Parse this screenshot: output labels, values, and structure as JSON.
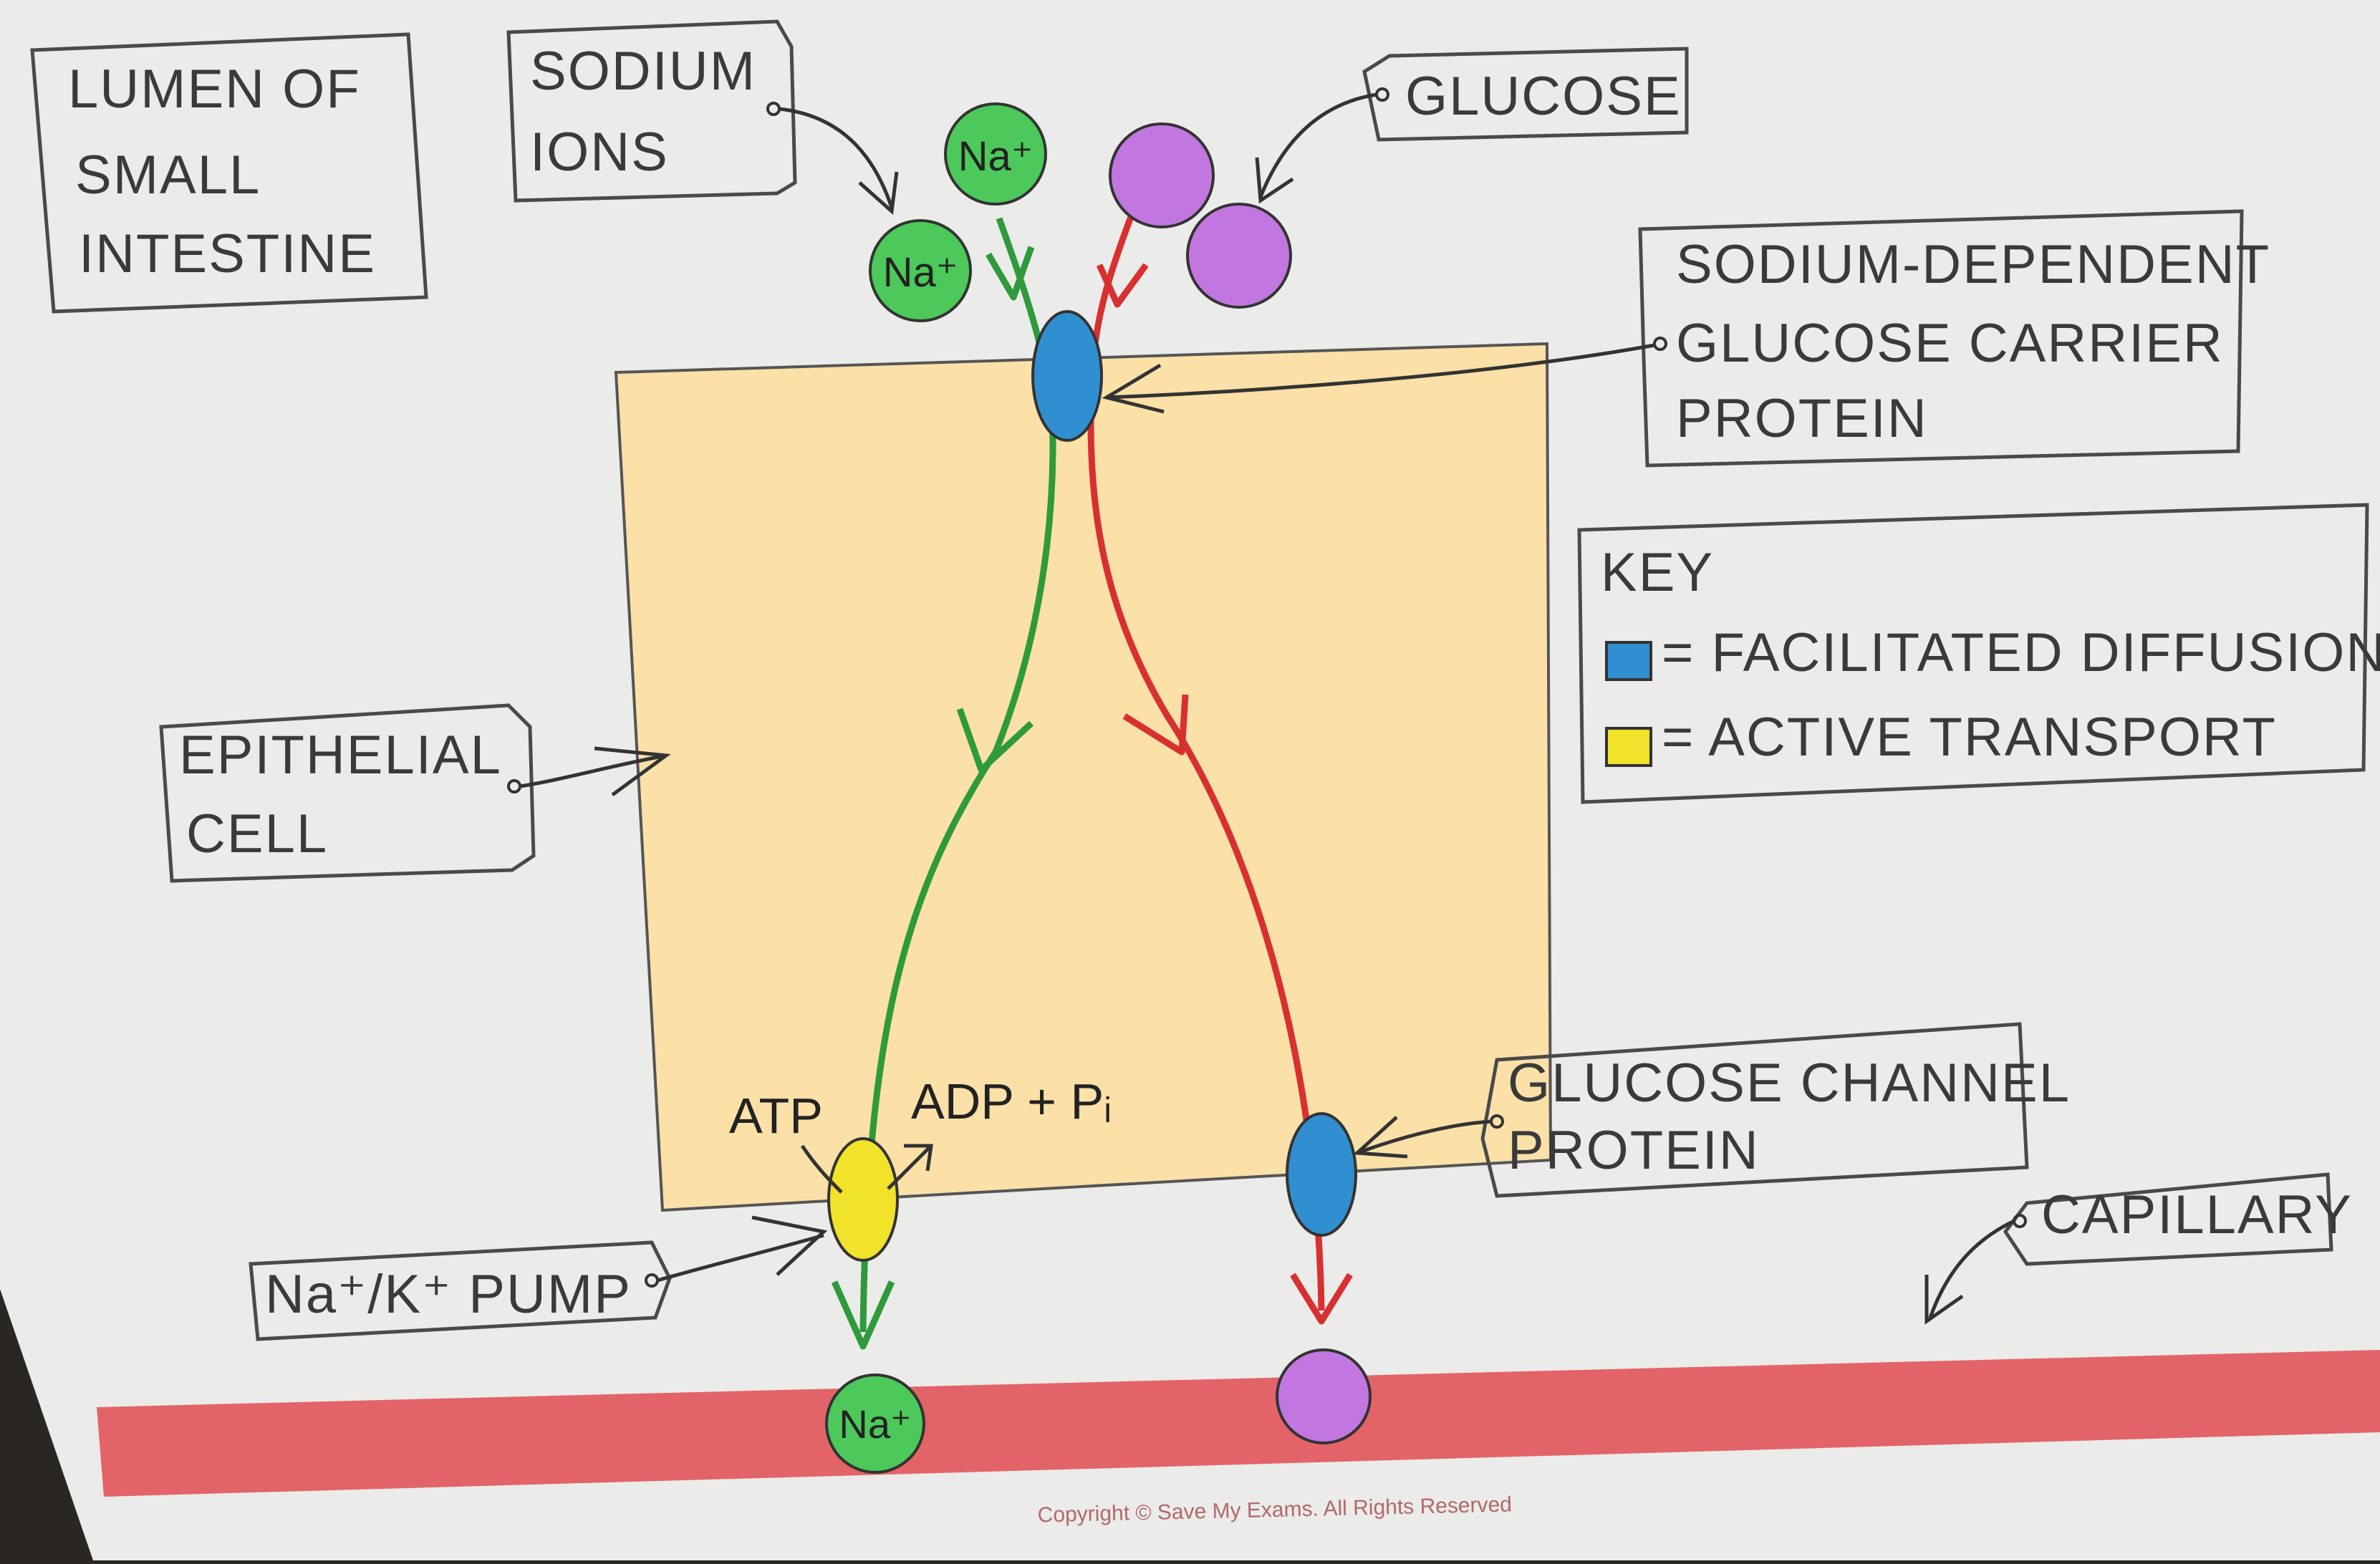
{
  "labels": {
    "lumen": [
      "LUMEN OF",
      "SMALL",
      "INTESTINE"
    ],
    "sodium_ions": [
      "SODIUM",
      "IONS"
    ],
    "glucose": "GLUCOSE",
    "sglt": [
      "SODIUM-DEPENDENT",
      "GLUCOSE CARRIER",
      "PROTEIN"
    ],
    "epithelial": [
      "EPITHELIAL",
      "CELL"
    ],
    "glucose_channel": [
      "GLUCOSE CHANNEL",
      "PROTEIN"
    ],
    "capillary": "CAPILLARY",
    "pump": "Na⁺/K⁺ PUMP",
    "atp": "ATP",
    "adp": "ADP + Pᵢ"
  },
  "ions": {
    "sodium": "Na⁺"
  },
  "key": {
    "title": "KEY",
    "items": [
      {
        "label": "= FACILITATED DIFFUSION",
        "color": "#2f8fd0"
      },
      {
        "label": "= ACTIVE TRANSPORT",
        "color": "#f1e22a"
      }
    ]
  },
  "copyright": "Copyright © Save My Exams. All Rights Reserved",
  "colors": {
    "background": "#ebebe9",
    "cell": "#fbe0a8",
    "capillary": "#e36468",
    "sodium": "#4cc95a",
    "glucose": "#c277e0",
    "sodium_path": "#2e9a3c",
    "glucose_path": "#d83030",
    "facilitated": "#2f8fd0",
    "active": "#f1e22a"
  }
}
